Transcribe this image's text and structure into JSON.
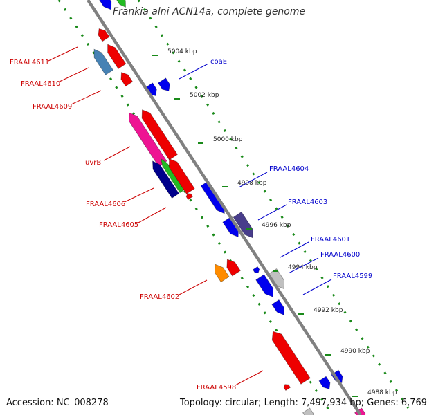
{
  "title": "Frankia alni ACN14a, complete genome",
  "footer": {
    "accession": "Accession: NC_008278",
    "topology": "Topology: circular; Length: 7,497,934 bp; Genes: 6,769"
  },
  "backbone_color": "#808080",
  "ticks": [
    {
      "label": "5004 kbp"
    },
    {
      "label": "5002 kbp"
    },
    {
      "label": "5000 kbp"
    },
    {
      "label": "4998 kbp"
    },
    {
      "label": "4996 kbp"
    },
    {
      "label": "4994 kbp"
    },
    {
      "label": "4992 kbp"
    },
    {
      "label": "4990 kbp"
    },
    {
      "label": "4988 kbp"
    }
  ],
  "gene_labels": [
    {
      "text": "FRAAL4611",
      "strand": "reverse",
      "color": "#cc0000"
    },
    {
      "text": "FRAAL4610",
      "strand": "reverse",
      "color": "#cc0000"
    },
    {
      "text": "FRAAL4609",
      "strand": "reverse",
      "color": "#cc0000"
    },
    {
      "text": "uvrB",
      "strand": "reverse",
      "color": "#cc0000"
    },
    {
      "text": "FRAAL4606",
      "strand": "reverse",
      "color": "#cc0000"
    },
    {
      "text": "FRAAL4605",
      "strand": "reverse",
      "color": "#cc0000"
    },
    {
      "text": "FRAAL4602",
      "strand": "reverse",
      "color": "#cc0000"
    },
    {
      "text": "FRAAL4598",
      "strand": "reverse",
      "color": "#cc0000"
    },
    {
      "text": "coaE",
      "strand": "forward",
      "color": "#0000cc"
    },
    {
      "text": "FRAAL4604",
      "strand": "forward",
      "color": "#0000cc"
    },
    {
      "text": "FRAAL4603",
      "strand": "forward",
      "color": "#0000cc"
    },
    {
      "text": "FRAAL4601",
      "strand": "forward",
      "color": "#0000cc"
    },
    {
      "text": "FRAAL4600",
      "strand": "forward",
      "color": "#0000cc"
    },
    {
      "text": "FRAAL4599",
      "strand": "forward",
      "color": "#0000cc"
    }
  ],
  "feature_colors": {
    "red": "#ee0000",
    "blue": "#0000ee",
    "steelblue": "#4682b4",
    "pink": "#ee1493",
    "navy": "#00008b",
    "green": "#22bb22",
    "orange": "#ff8c00",
    "slate": "#483d8b",
    "gray": "#c0c0c0"
  }
}
